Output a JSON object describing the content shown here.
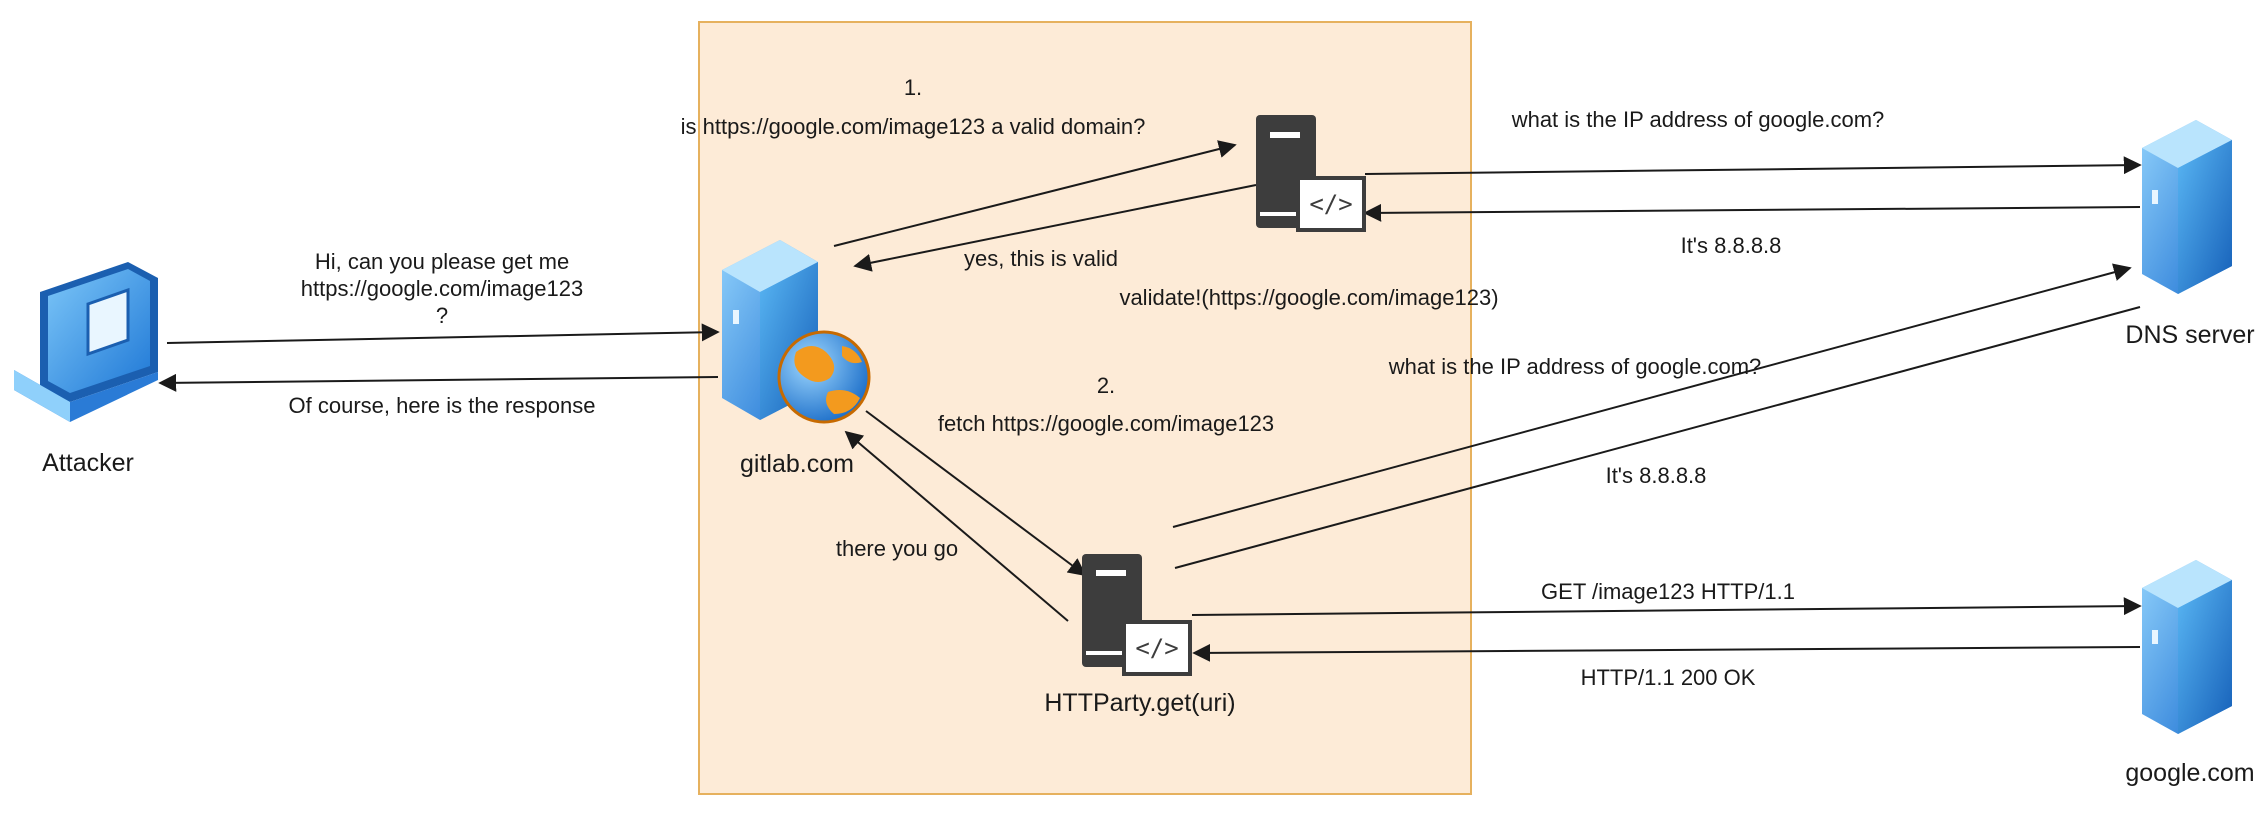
{
  "nodes": {
    "attacker": "Attacker",
    "gitlab": "gitlab.com",
    "httparty": "HTTParty.get(uri)",
    "dns_server": "DNS server",
    "google": "google.com"
  },
  "steps": {
    "step1_number": "1.",
    "step1_question": "is https://google.com/image123 a valid domain?",
    "step1_answer": "yes, this is valid",
    "step1_call": "validate!(https://google.com/image123)",
    "step2_number": "2.",
    "step2_action": "fetch https://google.com/image123",
    "step2_answer": "there you go"
  },
  "attacker_messages": {
    "request_line1": "Hi, can you please get me",
    "request_line2": "https://google.com/image123",
    "request_line3": "?",
    "response": "Of course, here is the response"
  },
  "dns_exchange": {
    "query_1": "what is the IP address of google.com?",
    "reply_1": "It's 8.8.8.8",
    "query_2": "what is the IP address of google.com?",
    "reply_2": "It's 8.8.8.8"
  },
  "http_exchange": {
    "request": "GET /image123 HTTP/1.1",
    "response": "HTTP/1.1 200 OK"
  },
  "colors": {
    "boundary_fill": "#fdebd7",
    "boundary_stroke": "#e6b15e",
    "server_dark": "#3d3d3d",
    "tower_blue": "#2f8de4",
    "tower_light": "#8fd0fb"
  },
  "icons": {
    "attacker": "laptop-icon",
    "gitlab": "web-server-globe-icon",
    "validator": "code-server-icon",
    "httparty": "code-server-icon",
    "dns_server": "server-tower-icon",
    "google": "server-tower-icon"
  }
}
